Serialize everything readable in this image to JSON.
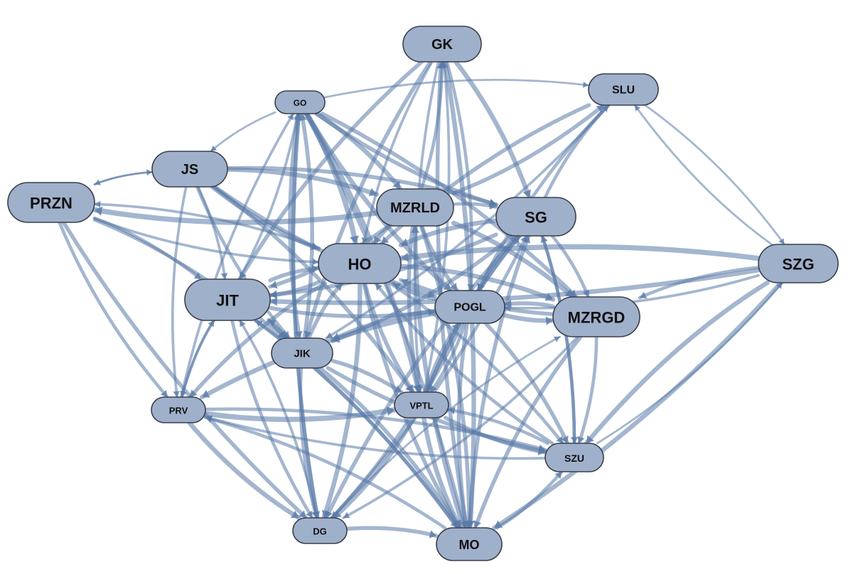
{
  "colors": {
    "node_fill": "#9fb0cb",
    "node_stroke": "#3a3f4a",
    "edge": "#5a7aa8",
    "background": "#ffffff"
  },
  "nodes": [
    {
      "id": "GK",
      "label": "GK"
    },
    {
      "id": "SLU",
      "label": "SLU"
    },
    {
      "id": "GO",
      "label": "GO"
    },
    {
      "id": "JS",
      "label": "JS"
    },
    {
      "id": "PRZN",
      "label": "PRZN"
    },
    {
      "id": "MZRLD",
      "label": "MZRLD"
    },
    {
      "id": "SG",
      "label": "SG"
    },
    {
      "id": "SZG",
      "label": "SZG"
    },
    {
      "id": "HO",
      "label": "HO"
    },
    {
      "id": "JIT",
      "label": "JIT"
    },
    {
      "id": "POGL",
      "label": "POGL"
    },
    {
      "id": "MZRGD",
      "label": "MZRGD"
    },
    {
      "id": "JIK",
      "label": "JIK"
    },
    {
      "id": "PRV",
      "label": "PRV"
    },
    {
      "id": "VPTL",
      "label": "VPTL"
    },
    {
      "id": "SZU",
      "label": "SZU"
    },
    {
      "id": "DG",
      "label": "DG"
    },
    {
      "id": "MO",
      "label": "MO"
    }
  ],
  "edges": [
    {
      "from": "GO",
      "to": "SLU",
      "weight": 2
    },
    {
      "from": "GO",
      "to": "JS",
      "weight": 2
    },
    {
      "from": "GO",
      "to": "MZRLD",
      "weight": 6
    },
    {
      "from": "GO",
      "to": "SG",
      "weight": 5
    },
    {
      "from": "GO",
      "to": "HO",
      "weight": 7
    },
    {
      "from": "GO",
      "to": "POGL",
      "weight": 6
    },
    {
      "from": "GO",
      "to": "VPTL",
      "weight": 6
    },
    {
      "from": "GO",
      "to": "JIK",
      "weight": 5
    },
    {
      "from": "GO",
      "to": "MZRGD",
      "weight": 5
    },
    {
      "from": "GO",
      "to": "DG",
      "weight": 4
    },
    {
      "from": "GO",
      "to": "MO",
      "weight": 4
    },
    {
      "from": "JS",
      "to": "PRZN",
      "weight": 2
    },
    {
      "from": "JS",
      "to": "MZRLD",
      "weight": 6
    },
    {
      "from": "JS",
      "to": "HO",
      "weight": 6
    },
    {
      "from": "JS",
      "to": "SG",
      "weight": 5
    },
    {
      "from": "JS",
      "to": "POGL",
      "weight": 5
    },
    {
      "from": "JS",
      "to": "JIT",
      "weight": 3
    },
    {
      "from": "JS",
      "to": "PRV",
      "weight": 3
    },
    {
      "from": "JS",
      "to": "VPTL",
      "weight": 5
    },
    {
      "from": "JS",
      "to": "JIK",
      "weight": 4
    },
    {
      "from": "PRZN",
      "to": "JS",
      "weight": 2
    },
    {
      "from": "PRZN",
      "to": "PRV",
      "weight": 4
    },
    {
      "from": "PRZN",
      "to": "JIT",
      "weight": 4
    },
    {
      "from": "PRZN",
      "to": "HO",
      "weight": 3
    },
    {
      "from": "PRZN",
      "to": "JIK",
      "weight": 4
    },
    {
      "from": "PRZN",
      "to": "DG",
      "weight": 5
    },
    {
      "from": "MZRLD",
      "to": "PRZN",
      "weight": 7
    },
    {
      "from": "MZRLD",
      "to": "SLU",
      "weight": 5
    },
    {
      "from": "MZRLD",
      "to": "SG",
      "weight": 4
    },
    {
      "from": "MZRLD",
      "to": "HO",
      "weight": 6
    },
    {
      "from": "MZRLD",
      "to": "MZRGD",
      "weight": 6
    },
    {
      "from": "MZRLD",
      "to": "POGL",
      "weight": 5
    },
    {
      "from": "MZRLD",
      "to": "JIT",
      "weight": 5
    },
    {
      "from": "MZRLD",
      "to": "GK",
      "weight": 4
    },
    {
      "from": "MZRLD",
      "to": "MO",
      "weight": 5
    },
    {
      "from": "MZRLD",
      "to": "VPTL",
      "weight": 5
    },
    {
      "from": "SG",
      "to": "SLU",
      "weight": 4
    },
    {
      "from": "SG",
      "to": "HO",
      "weight": 6
    },
    {
      "from": "SG",
      "to": "JIT",
      "weight": 5
    },
    {
      "from": "SG",
      "to": "POGL",
      "weight": 5
    },
    {
      "from": "SG",
      "to": "MZRGD",
      "weight": 4
    },
    {
      "from": "SG",
      "to": "VPTL",
      "weight": 5
    },
    {
      "from": "SG",
      "to": "JIK",
      "weight": 5
    },
    {
      "from": "SG",
      "to": "DG",
      "weight": 5
    },
    {
      "from": "SG",
      "to": "SZU",
      "weight": 4
    },
    {
      "from": "GK",
      "to": "JIT",
      "weight": 5
    },
    {
      "from": "GK",
      "to": "SG",
      "weight": 6
    },
    {
      "from": "GK",
      "to": "JIK",
      "weight": 5
    },
    {
      "from": "GK",
      "to": "MO",
      "weight": 6
    },
    {
      "from": "GK",
      "to": "VPTL",
      "weight": 3
    },
    {
      "from": "GK",
      "to": "POGL",
      "weight": 4
    },
    {
      "from": "GK",
      "to": "HO",
      "weight": 3
    },
    {
      "from": "SLU",
      "to": "SZG",
      "weight": 2
    },
    {
      "from": "SLU",
      "to": "HO",
      "weight": 5
    },
    {
      "from": "SLU",
      "to": "JIK",
      "weight": 3
    },
    {
      "from": "SLU",
      "to": "POGL",
      "weight": 4
    },
    {
      "from": "SZG",
      "to": "SLU",
      "weight": 2
    },
    {
      "from": "SZG",
      "to": "HO",
      "weight": 7
    },
    {
      "from": "SZG",
      "to": "JIT",
      "weight": 6
    },
    {
      "from": "SZG",
      "to": "SZU",
      "weight": 6
    },
    {
      "from": "SZG",
      "to": "MO",
      "weight": 6
    },
    {
      "from": "SZG",
      "to": "MZRGD",
      "weight": 4
    },
    {
      "from": "SZG",
      "to": "POGL",
      "weight": 3
    },
    {
      "from": "HO",
      "to": "PRZN",
      "weight": 3
    },
    {
      "from": "HO",
      "to": "JIT",
      "weight": 5
    },
    {
      "from": "HO",
      "to": "PRV",
      "weight": 5
    },
    {
      "from": "HO",
      "to": "MZRGD",
      "weight": 6
    },
    {
      "from": "HO",
      "to": "VPTL",
      "weight": 5
    },
    {
      "from": "HO",
      "to": "DG",
      "weight": 6
    },
    {
      "from": "HO",
      "to": "MO",
      "weight": 5
    },
    {
      "from": "HO",
      "to": "SZU",
      "weight": 4
    },
    {
      "from": "JIT",
      "to": "GO",
      "weight": 3
    },
    {
      "from": "JIT",
      "to": "HO",
      "weight": 5
    },
    {
      "from": "JIT",
      "to": "PRV",
      "weight": 3
    },
    {
      "from": "JIT",
      "to": "JIK",
      "weight": 6
    },
    {
      "from": "JIT",
      "to": "DG",
      "weight": 4
    },
    {
      "from": "JIT",
      "to": "MO",
      "weight": 5
    },
    {
      "from": "JIT",
      "to": "POGL",
      "weight": 5
    },
    {
      "from": "POGL",
      "to": "HO",
      "weight": 5
    },
    {
      "from": "POGL",
      "to": "MZRGD",
      "weight": 6
    },
    {
      "from": "POGL",
      "to": "VPTL",
      "weight": 4
    },
    {
      "from": "POGL",
      "to": "PRV",
      "weight": 6
    },
    {
      "from": "POGL",
      "to": "SZU",
      "weight": 5
    },
    {
      "from": "POGL",
      "to": "MO",
      "weight": 5
    },
    {
      "from": "POGL",
      "to": "DG",
      "weight": 4
    },
    {
      "from": "POGL",
      "to": "JIK",
      "weight": 5
    },
    {
      "from": "MZRGD",
      "to": "HO",
      "weight": 5
    },
    {
      "from": "MZRGD",
      "to": "POGL",
      "weight": 5
    },
    {
      "from": "MZRGD",
      "to": "SZU",
      "weight": 4
    },
    {
      "from": "MZRGD",
      "to": "MO",
      "weight": 5
    },
    {
      "from": "MZRGD",
      "to": "DG",
      "weight": 3
    },
    {
      "from": "JIK",
      "to": "GO",
      "weight": 5
    },
    {
      "from": "JIK",
      "to": "HO",
      "weight": 5
    },
    {
      "from": "JIK",
      "to": "JIT",
      "weight": 4
    },
    {
      "from": "JIK",
      "to": "VPTL",
      "weight": 5
    },
    {
      "from": "JIK",
      "to": "SZU",
      "weight": 5
    },
    {
      "from": "JIK",
      "to": "MO",
      "weight": 5
    },
    {
      "from": "JIK",
      "to": "DG",
      "weight": 4
    },
    {
      "from": "PRV",
      "to": "JIT",
      "weight": 3
    },
    {
      "from": "PRV",
      "to": "VPTL",
      "weight": 7
    },
    {
      "from": "PRV",
      "to": "SZU",
      "weight": 4
    },
    {
      "from": "PRV",
      "to": "DG",
      "weight": 6
    },
    {
      "from": "PRV",
      "to": "GO",
      "weight": 3
    },
    {
      "from": "VPTL",
      "to": "GK",
      "weight": 3
    },
    {
      "from": "VPTL",
      "to": "SG",
      "weight": 5
    },
    {
      "from": "VPTL",
      "to": "SZU",
      "weight": 5
    },
    {
      "from": "VPTL",
      "to": "DG",
      "weight": 5
    },
    {
      "from": "VPTL",
      "to": "MO",
      "weight": 6
    },
    {
      "from": "VPTL",
      "to": "POGL",
      "weight": 4
    },
    {
      "from": "SZU",
      "to": "SG",
      "weight": 4
    },
    {
      "from": "SZU",
      "to": "PRV",
      "weight": 3
    },
    {
      "from": "SZU",
      "to": "VPTL",
      "weight": 4
    },
    {
      "from": "SZU",
      "to": "HO",
      "weight": 4
    },
    {
      "from": "SZU",
      "to": "SZG",
      "weight": 2
    },
    {
      "from": "DG",
      "to": "MO",
      "weight": 5
    },
    {
      "from": "DG",
      "to": "JIT",
      "weight": 3
    },
    {
      "from": "DG",
      "to": "GO",
      "weight": 5
    },
    {
      "from": "DG",
      "to": "SG",
      "weight": 4
    },
    {
      "from": "DG",
      "to": "MZRGD",
      "weight": 2
    },
    {
      "from": "MO",
      "to": "SZU",
      "weight": 4
    },
    {
      "from": "MO",
      "to": "GK",
      "weight": 5
    },
    {
      "from": "MO",
      "to": "JIT",
      "weight": 4
    },
    {
      "from": "MO",
      "to": "SG",
      "weight": 5
    },
    {
      "from": "MO",
      "to": "PRV",
      "weight": 4
    },
    {
      "from": "MO",
      "to": "MZRLD",
      "weight": 6
    }
  ]
}
